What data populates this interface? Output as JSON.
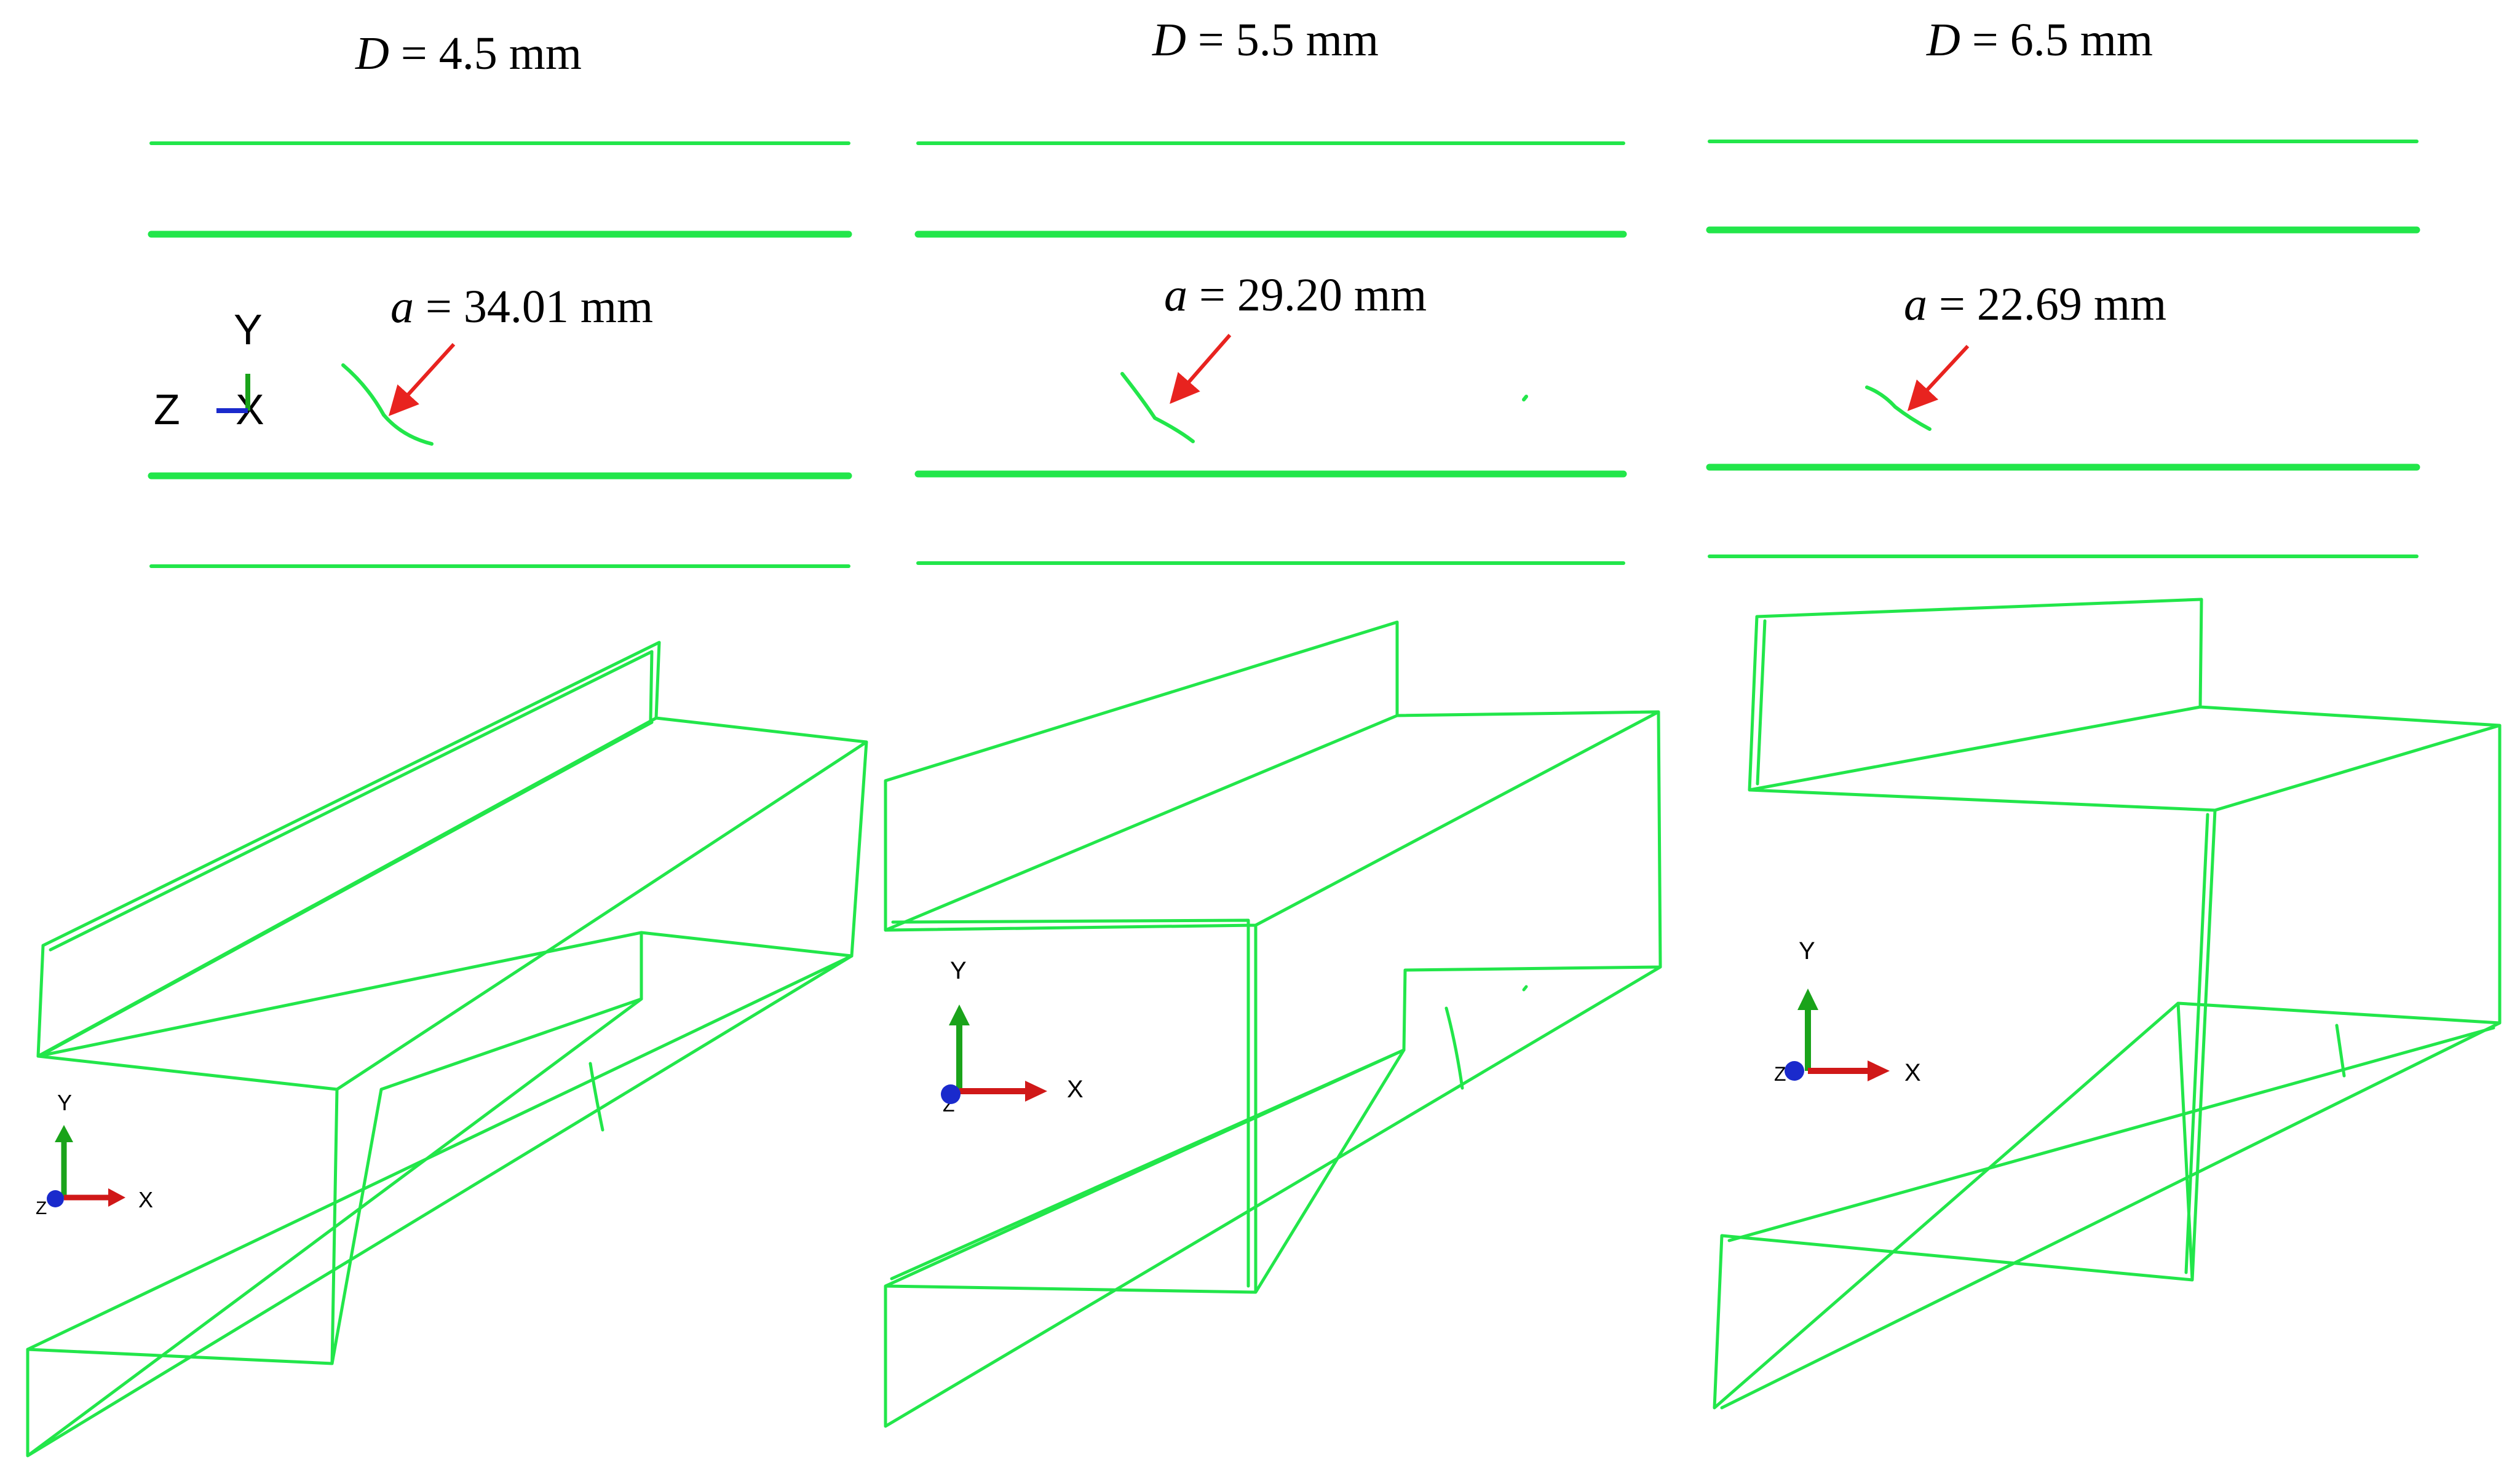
{
  "panels": [
    {
      "diameter_label": {
        "var": "D",
        "rest": " = 4.5 mm"
      },
      "crack_label": {
        "var": "a",
        "rest": " = 34.01 mm"
      },
      "axes_top": {
        "vertical": "Y",
        "left": "Z",
        "right": "X"
      },
      "axes_bottom": {
        "vertical": "Y",
        "horizontal": "X",
        "depth": "Z"
      }
    },
    {
      "diameter_label": {
        "var": "D",
        "rest": " = 5.5 mm"
      },
      "crack_label": {
        "var": "a",
        "rest": " = 29.20 mm"
      },
      "axes_bottom": {
        "vertical": "Y",
        "horizontal": "X",
        "depth": "Z"
      }
    },
    {
      "diameter_label": {
        "var": "D",
        "rest": " = 6.5 mm"
      },
      "crack_label": {
        "var": "a",
        "rest": " = 22.69 mm"
      },
      "axes_bottom": {
        "vertical": "Y",
        "horizontal": "X",
        "depth": "Z"
      }
    }
  ],
  "colors": {
    "model_lines": "#22e64a",
    "crack_arrow": "#e8231f",
    "axis_y": "#1aa31a",
    "axis_x": "#d01818",
    "axis_z": "#1a2acc",
    "text": "#000000"
  }
}
